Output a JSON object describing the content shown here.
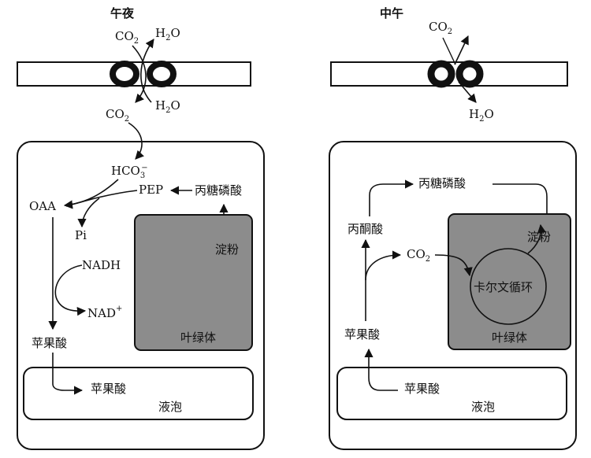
{
  "night": {
    "title": "午夜",
    "co2_top": "CO",
    "co2_top_sub": "2",
    "h2o_top_a": "H",
    "h2o_top_sub": "2",
    "h2o_top_b": "O",
    "h2o_mid_a": "H",
    "h2o_mid_sub": "2",
    "h2o_mid_b": "O",
    "co2_bottom": "CO",
    "co2_bottom_sub": "2",
    "hco3": "HCO",
    "hco3_sub": "3",
    "hco3_sup": "−",
    "pep": "PEP",
    "triose_phosphate": "丙糖磷酸",
    "oaa": "OAA",
    "pi": "Pi",
    "starch": "淀粉",
    "nadh": "NADH",
    "nad": "NAD",
    "nad_sup": "+",
    "malate_cytosol": "苹果酸",
    "chloroplast": "叶绿体",
    "malate_vacuole": "苹果酸",
    "vacuole": "液泡"
  },
  "noon": {
    "title": "中午",
    "co2_top": "CO",
    "co2_top_sub": "2",
    "h2o_a": "H",
    "h2o_sub": "2",
    "h2o_b": "O",
    "triose_phosphate": "丙糖磷酸",
    "pyruvate": "丙酮酸",
    "starch": "淀粉",
    "co2_inner": "CO",
    "co2_inner_sub": "2",
    "calvin_cycle": "卡尔文循环",
    "malate_cytosol": "苹果酸",
    "chloroplast": "叶绿体",
    "malate_vacuole": "苹果酸",
    "vacuole": "液泡"
  },
  "colors": {
    "ink": "#111111",
    "chloroplast_fill": "#8c8c8c",
    "cell_fill": "#ffffff"
  }
}
